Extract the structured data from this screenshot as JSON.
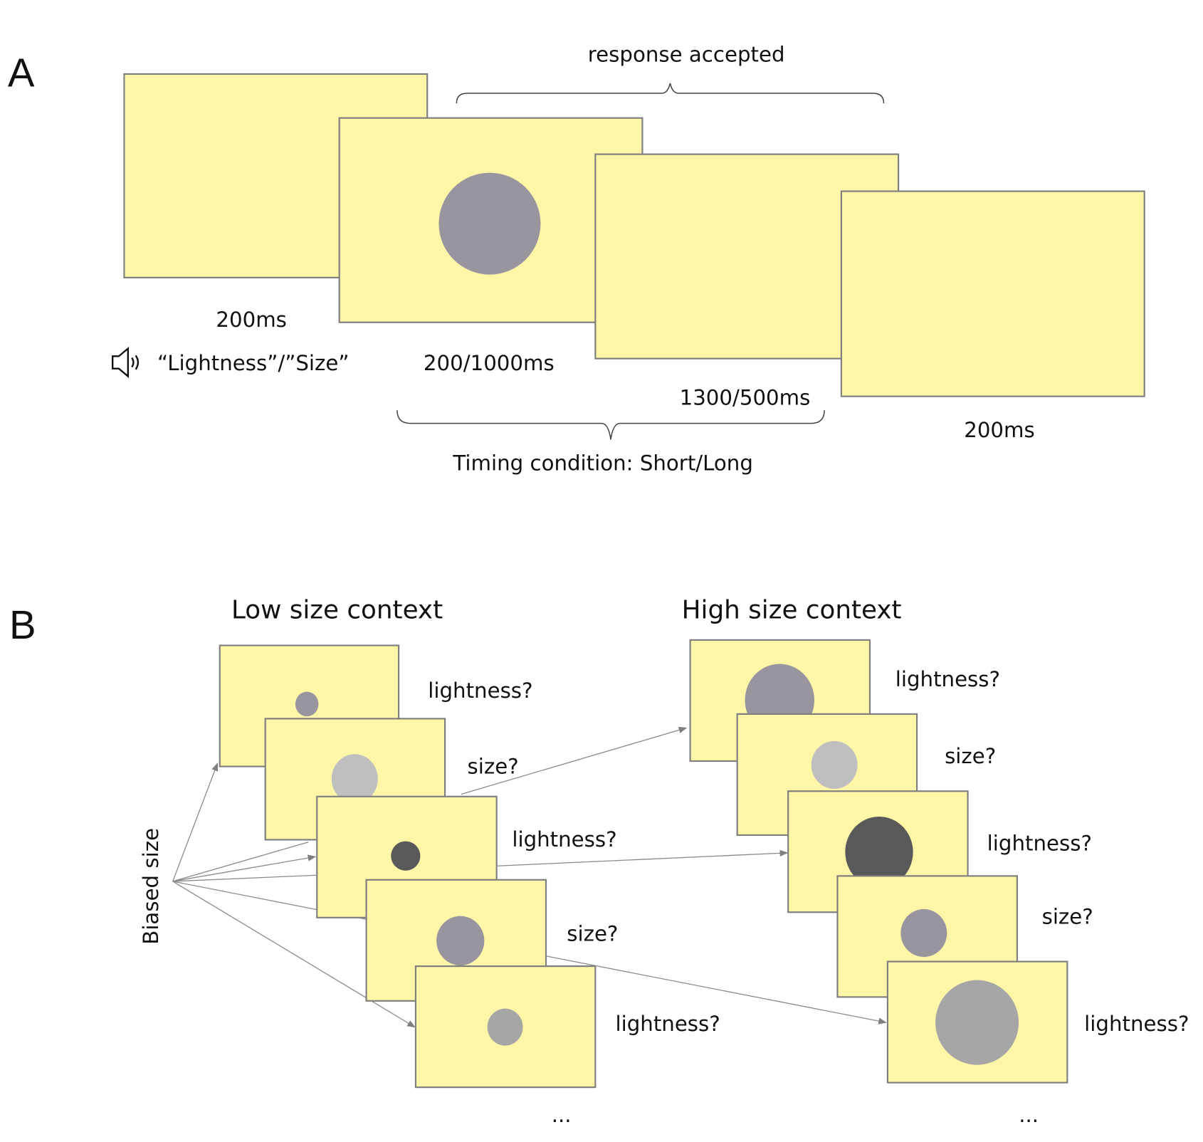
{
  "colors": {
    "frame_fill": "#fff6a8",
    "frame_border": "#7f7f7f",
    "stim_medium_gray": "#98959e",
    "stim_light_gray": "#bfbfbf",
    "stim_dark_gray": "#595959",
    "stim_mid_gray": "#a6a6a6"
  },
  "panel_a": {
    "label": "A",
    "response_label": "response accepted",
    "fixation_duration": "200ms",
    "auditory_cue_icon": "speaker-icon",
    "auditory_cue": "“Lightness”/”Size”",
    "stimulus_duration": "200/1000ms",
    "blank_duration": "1300/500ms",
    "iti_duration": "200ms",
    "timing_label": "Timing condition: Short/Long"
  },
  "panel_b": {
    "label": "B",
    "axis_label": "Biased size",
    "low_context": {
      "title": "Low size context",
      "trials": [
        {
          "question": "lightness?",
          "stimulus": "small medium-gray circle"
        },
        {
          "question": "size?",
          "stimulus": "medium light-gray circle"
        },
        {
          "question": "lightness?",
          "stimulus": "small dark-gray circle"
        },
        {
          "question": "size?",
          "stimulus": "medium medium-gray circle"
        },
        {
          "question": "lightness?",
          "stimulus": "small mid-gray circle"
        }
      ],
      "ellipsis": "..."
    },
    "high_context": {
      "title": "High size context",
      "trials": [
        {
          "question": "lightness?",
          "stimulus": "large medium-gray circle"
        },
        {
          "question": "size?",
          "stimulus": "medium light-gray circle"
        },
        {
          "question": "lightness?",
          "stimulus": "large dark-gray circle"
        },
        {
          "question": "size?",
          "stimulus": "medium medium-gray circle"
        },
        {
          "question": "lightness?",
          "stimulus": "large mid-gray circle"
        }
      ],
      "ellipsis": "..."
    }
  }
}
